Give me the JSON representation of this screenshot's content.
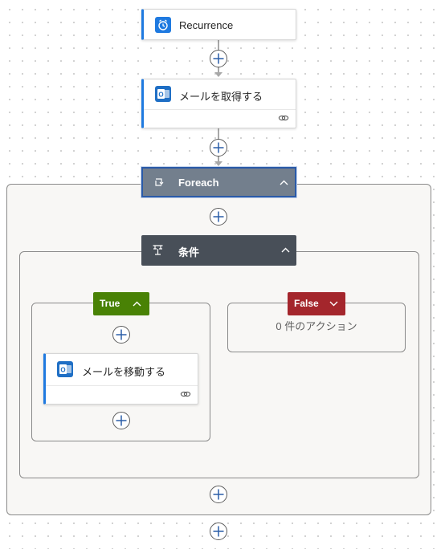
{
  "trigger": {
    "title": "Recurrence",
    "icon": "alarm-clock-icon",
    "accent": "#1f7ae0"
  },
  "get_mail": {
    "title": "メールを取得する",
    "icon": "outlook-icon"
  },
  "foreach": {
    "title": "Foreach",
    "icon": "loop-icon",
    "header_color": "#737f8d"
  },
  "condition": {
    "title": "条件",
    "icon": "condition-icon",
    "header_color": "#484f58",
    "true_branch": {
      "label": "True",
      "color": "#498205",
      "action": {
        "title": "メールを移動する",
        "icon": "outlook-icon"
      }
    },
    "false_branch": {
      "label": "False",
      "color": "#a4262c",
      "empty_text": "0 件のアクション"
    }
  }
}
